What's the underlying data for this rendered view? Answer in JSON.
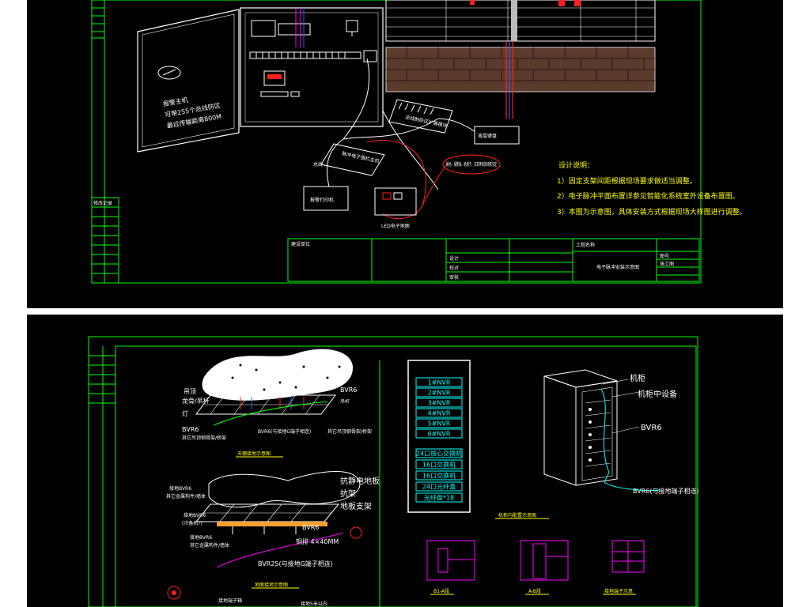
{
  "sheet_top": {
    "panel": {
      "host_title": "报警主机",
      "host_line2": "可带255个总线防区",
      "host_line3": "最远传输距离800M"
    },
    "devices": {
      "keyboard": "液晶键盘",
      "printer": "报警打印机",
      "board": "总线制防区扩展模块",
      "fence_host": "脉冲电子围栏主机",
      "display": "LED电子地图",
      "bus": "总线"
    },
    "notes": {
      "title": "设计说明：",
      "line1": "1）固定支架间距根据现场要求做适当调整。",
      "line2": "2）电子脉冲平面布置详参见智能化系统室外设备布置图。",
      "line3": "3）本图为示意图，具体安装方式根据现场大样图进行调整。"
    },
    "callout": "接地、报警线、绝缘子、支架等按现场情况定",
    "title_block": {
      "drawing_name": "电子脉冲安装示意图",
      "design": "设计",
      "check": "校对",
      "approve": "审核",
      "project": "工程名称",
      "sheet_no": "图号",
      "stage": "施工图",
      "remarks": "修改记录",
      "unit": "建设单位"
    }
  },
  "sheet_bottom": {
    "ceiling": {
      "caption": "天棚接地示意图",
      "label_bvr6_top": "BVR6",
      "label_bvr6_left": "BVR6",
      "label_frame": "吊杆",
      "label_ground": "BVR6(与接地G端子相连)",
      "label_left1": "吊顶",
      "label_left2": "龙骨/吊杆",
      "label_left3": "灯",
      "label_left4": "其它吊顶钢骨架/桥架"
    },
    "floor": {
      "caption": "地面接地示意图",
      "label_floor": "抗静电地板",
      "label_frame": "抗架",
      "label_support": "地板支架",
      "label_bvr6": "BVR6",
      "label_busbar": "铜排 4×40MM",
      "label_bvr25": "BVR25(与接地G端子相连)",
      "label_l1": "接地BVR6",
      "label_l2": "其它金属构件/墙体",
      "label_l3": "接地BVR6",
      "label_l4": "(冷备机?)",
      "label_l5": "接地BVR6",
      "label_l6": "其它金属构件/墙体"
    },
    "rack_list": {
      "items": [
        "1#NVR",
        "2#NVR",
        "3#NVR",
        "4#NVR",
        "5#NVR",
        "6#NVR",
        "24口核心交换机",
        "16口交换机",
        "16口交换机",
        "24口光纤盒",
        "光纤盘*18"
      ],
      "caption": "机柜内配置示意图"
    },
    "cabinet": {
      "label_cabinet": "机柜",
      "label_device": "机柜中设备",
      "label_bvr6": "BVR6",
      "label_ground": "BVR6(与接地端子相连)"
    },
    "details": {
      "a": "B1-A段",
      "b": "A-B段",
      "c": "接地端子示意"
    },
    "bottom_left": {
      "l1": "接地端子箱",
      "l2": "接地5米以内"
    }
  },
  "colors": {
    "frame": "#00ff00",
    "line": "#ffffff",
    "red": "#ff2020",
    "yellow": "#ffff00",
    "cyan": "#00ffff",
    "magenta": "#ff00ff",
    "brick": "#5a3b2c",
    "blue": "#3060ff"
  }
}
